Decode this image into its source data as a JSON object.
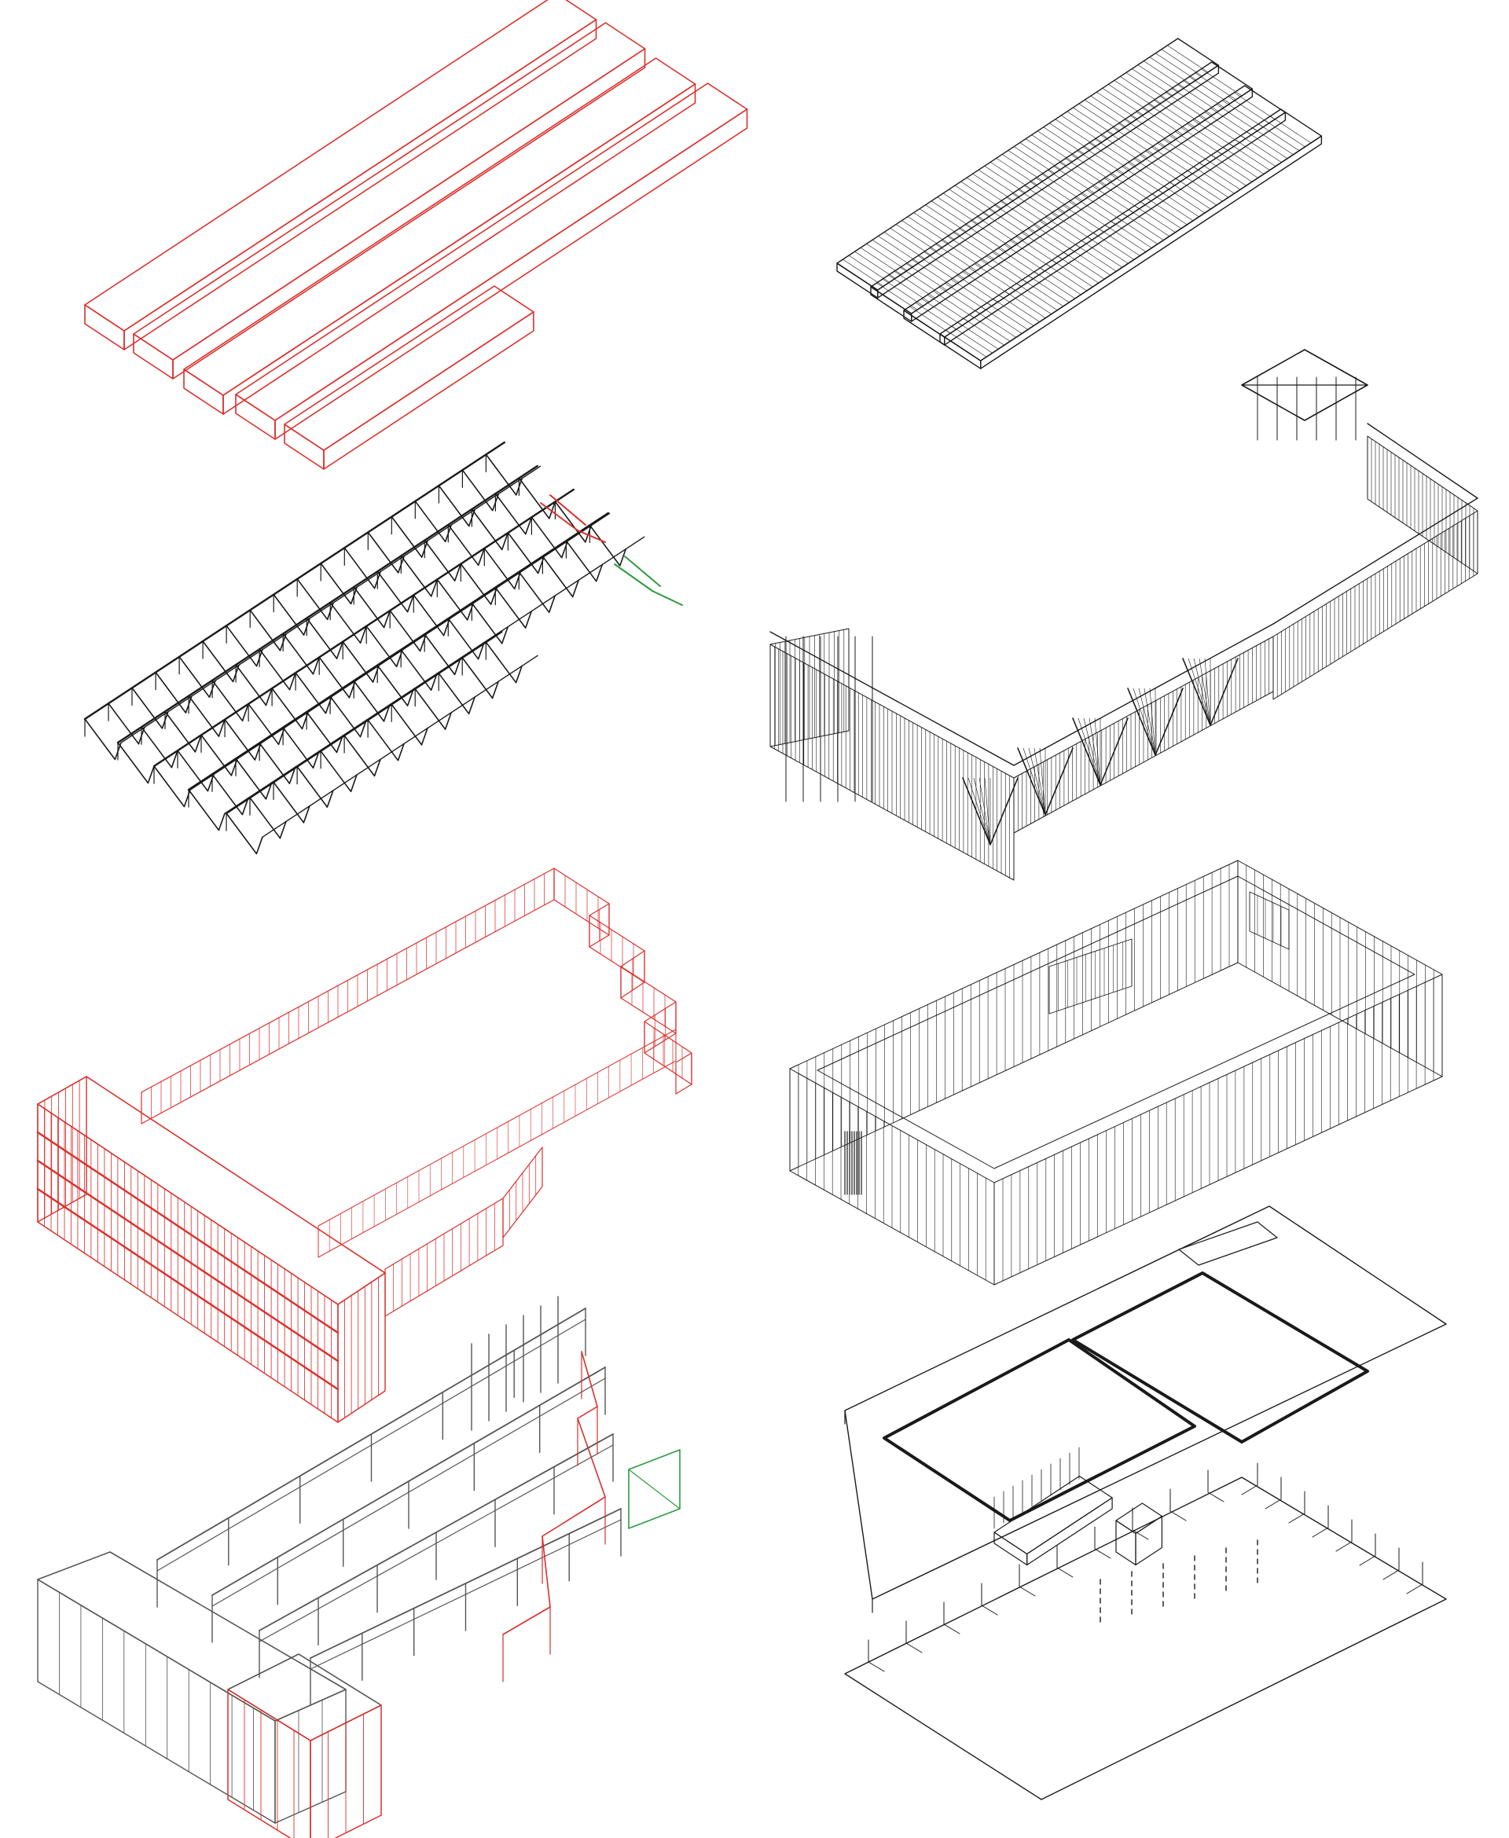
{
  "palette": {
    "background": "#ffffff",
    "ink": "#1a1a1a",
    "ink_light": "#555555",
    "demolition_red": "#d9302c",
    "highlight_green": "#2e9a3e"
  },
  "diagram": {
    "kind": "exploded axonometric building layers",
    "columns": [
      {
        "side": "left",
        "layers": [
          {
            "name": "roof-planes",
            "color": "demolition_red",
            "count": 5
          },
          {
            "name": "roof-trusses",
            "color": "ink",
            "count": 5
          },
          {
            "name": "facade-envelope",
            "color": "demolition_red"
          },
          {
            "name": "frame-structure",
            "color": "ink"
          }
        ]
      },
      {
        "side": "right",
        "layers": [
          {
            "name": "corrugated-roof",
            "color": "ink",
            "count": 4
          },
          {
            "name": "walkway-truss",
            "color": "ink"
          },
          {
            "name": "perimeter-wall",
            "color": "ink"
          },
          {
            "name": "floor-slab",
            "color": "ink"
          },
          {
            "name": "ground-floor-plan",
            "color": "ink"
          }
        ]
      }
    ]
  }
}
